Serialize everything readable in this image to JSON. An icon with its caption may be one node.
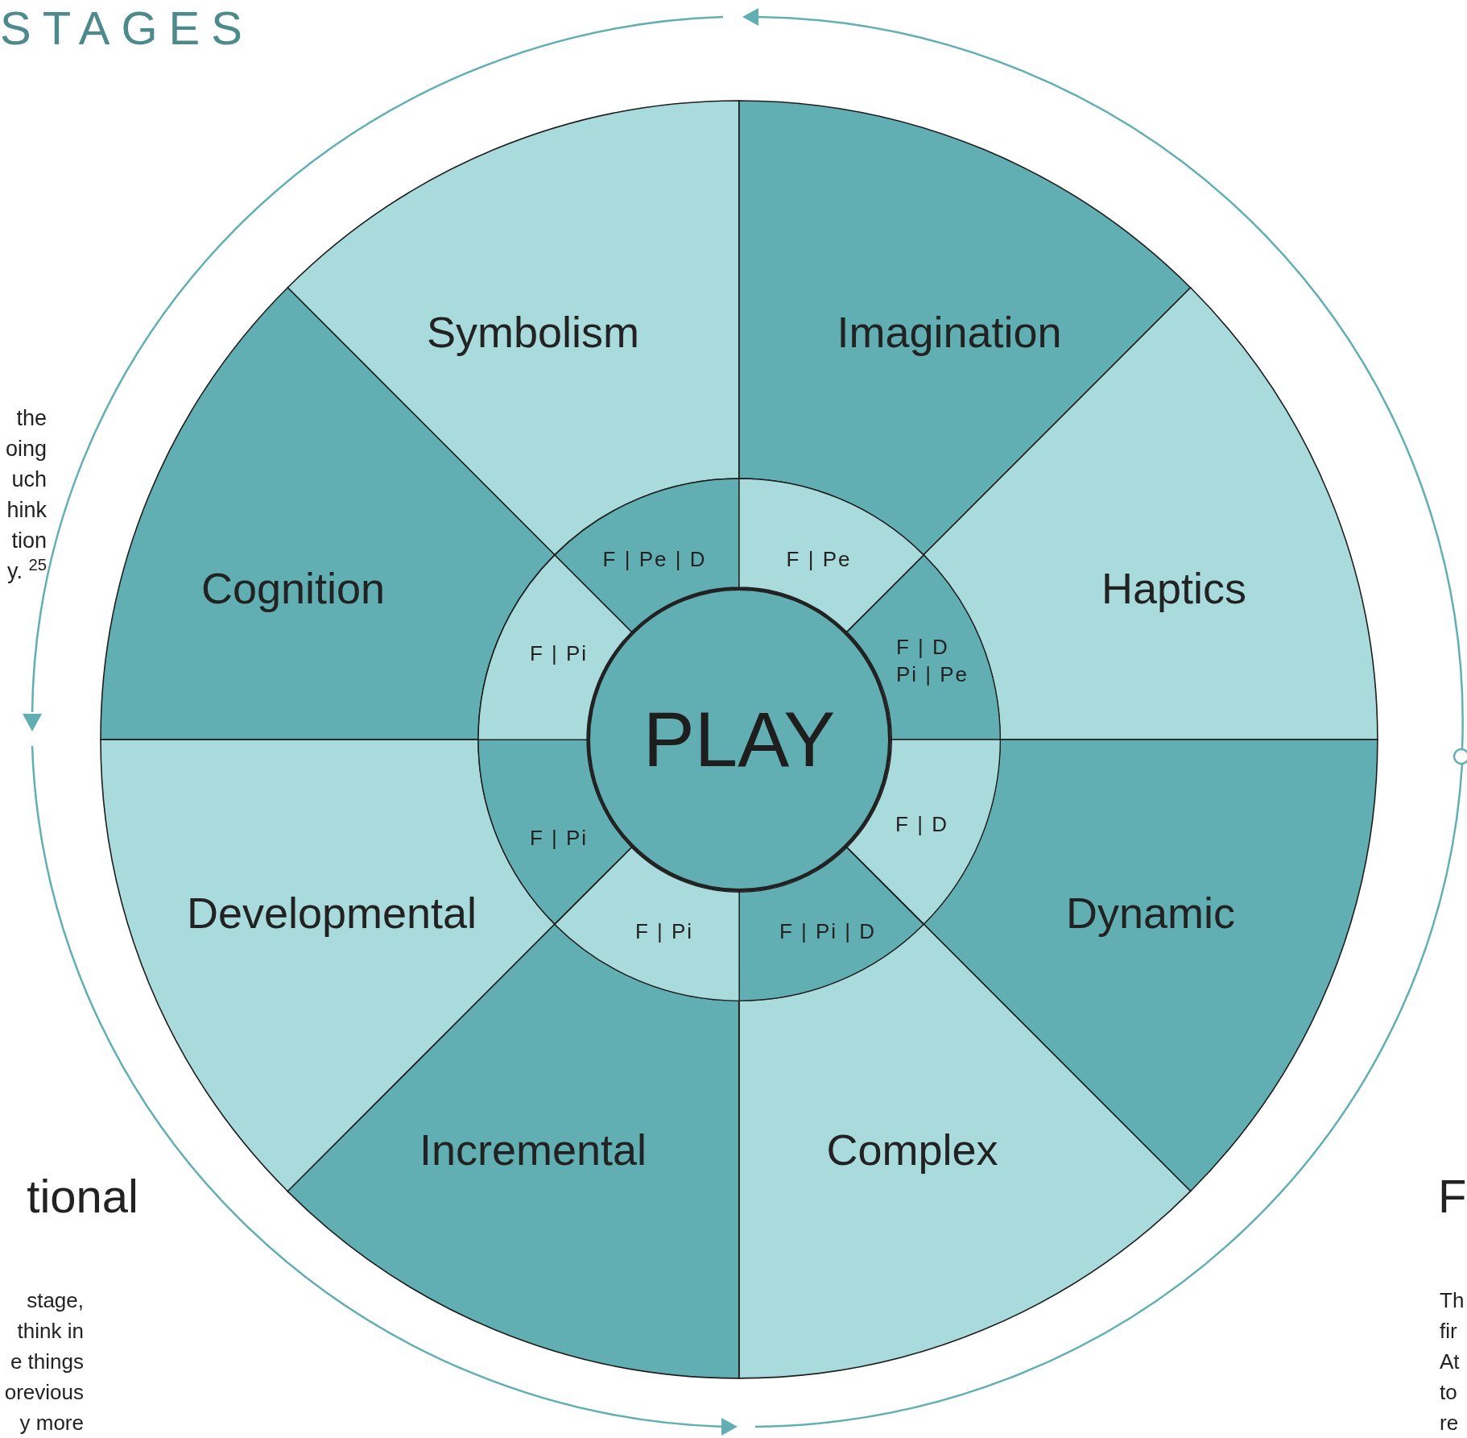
{
  "diagram": {
    "title": "STAGES",
    "nodes": [
      {
        "text": [
          "Symbolism"
        ]
      },
      {
        "text": [
          "Imagination"
        ]
      },
      {
        "text": [
          "Haptics"
        ]
      },
      {
        "text": [
          "Dynamic"
        ]
      },
      {
        "text": [
          "Complex"
        ]
      },
      {
        "text": [
          "Incremental"
        ]
      },
      {
        "text": [
          "Developmental"
        ]
      },
      {
        "text": [
          "Cognition"
        ]
      },
      {
        "text": [
          "F | Pe | D"
        ]
      },
      {
        "text": [
          "F | Pe"
        ]
      },
      {
        "text": [
          "F | D",
          "Pi | Pe"
        ]
      },
      {
        "text": [
          "F | D"
        ]
      },
      {
        "text": [
          "F | Pi | D"
        ]
      },
      {
        "text": [
          "F | Pi"
        ]
      },
      {
        "text": [
          "F | Pi"
        ]
      },
      {
        "text": [
          "F | Pi"
        ]
      },
      {
        "text": [
          "PLAY"
        ]
      }
    ],
    "labels": [
      "the oing uch hink tion y. $^{25}$",
      "tional",
      "stage, think in e things orevious y more",
      "F",
      "Th fir At to re"
    ]
  }
}
